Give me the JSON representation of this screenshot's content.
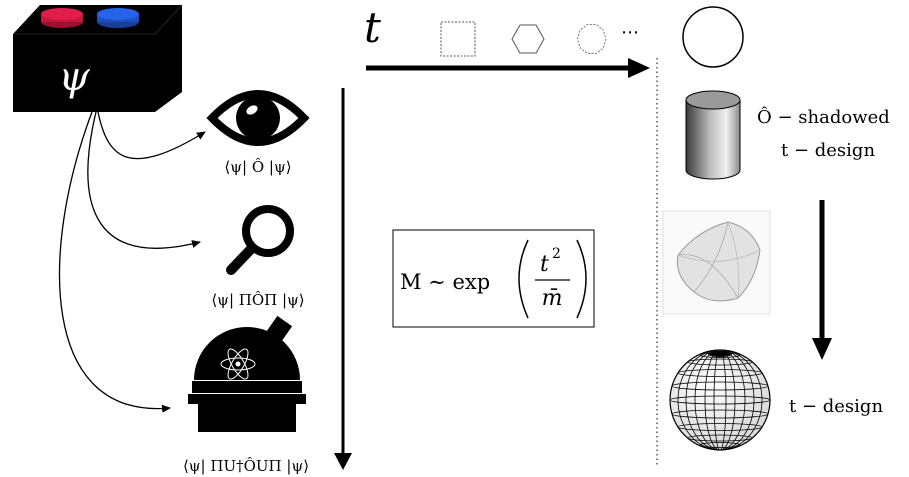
{
  "box": {
    "psi_label": "ψ",
    "button_colors": [
      "#e11d48",
      "#2563eb"
    ]
  },
  "measurements": {
    "eye_formula": "⟨ψ| Ô |ψ⟩",
    "magnifier_formula": "⟨ψ| ΠÔΠ |ψ⟩",
    "observatory_formula": "⟨ψ| ΠU†ÔUΠ |ψ⟩"
  },
  "timeline": {
    "t_label": "t",
    "ellipsis": "⋯"
  },
  "formula_box": {
    "lhs": "M ∼ exp",
    "numerator": "t",
    "exponent": "2",
    "denominator": "m̄"
  },
  "right_panel": {
    "shadowed_line1": "Ô − shadowed",
    "shadowed_line2": "t − design",
    "design_label": "t − design"
  }
}
